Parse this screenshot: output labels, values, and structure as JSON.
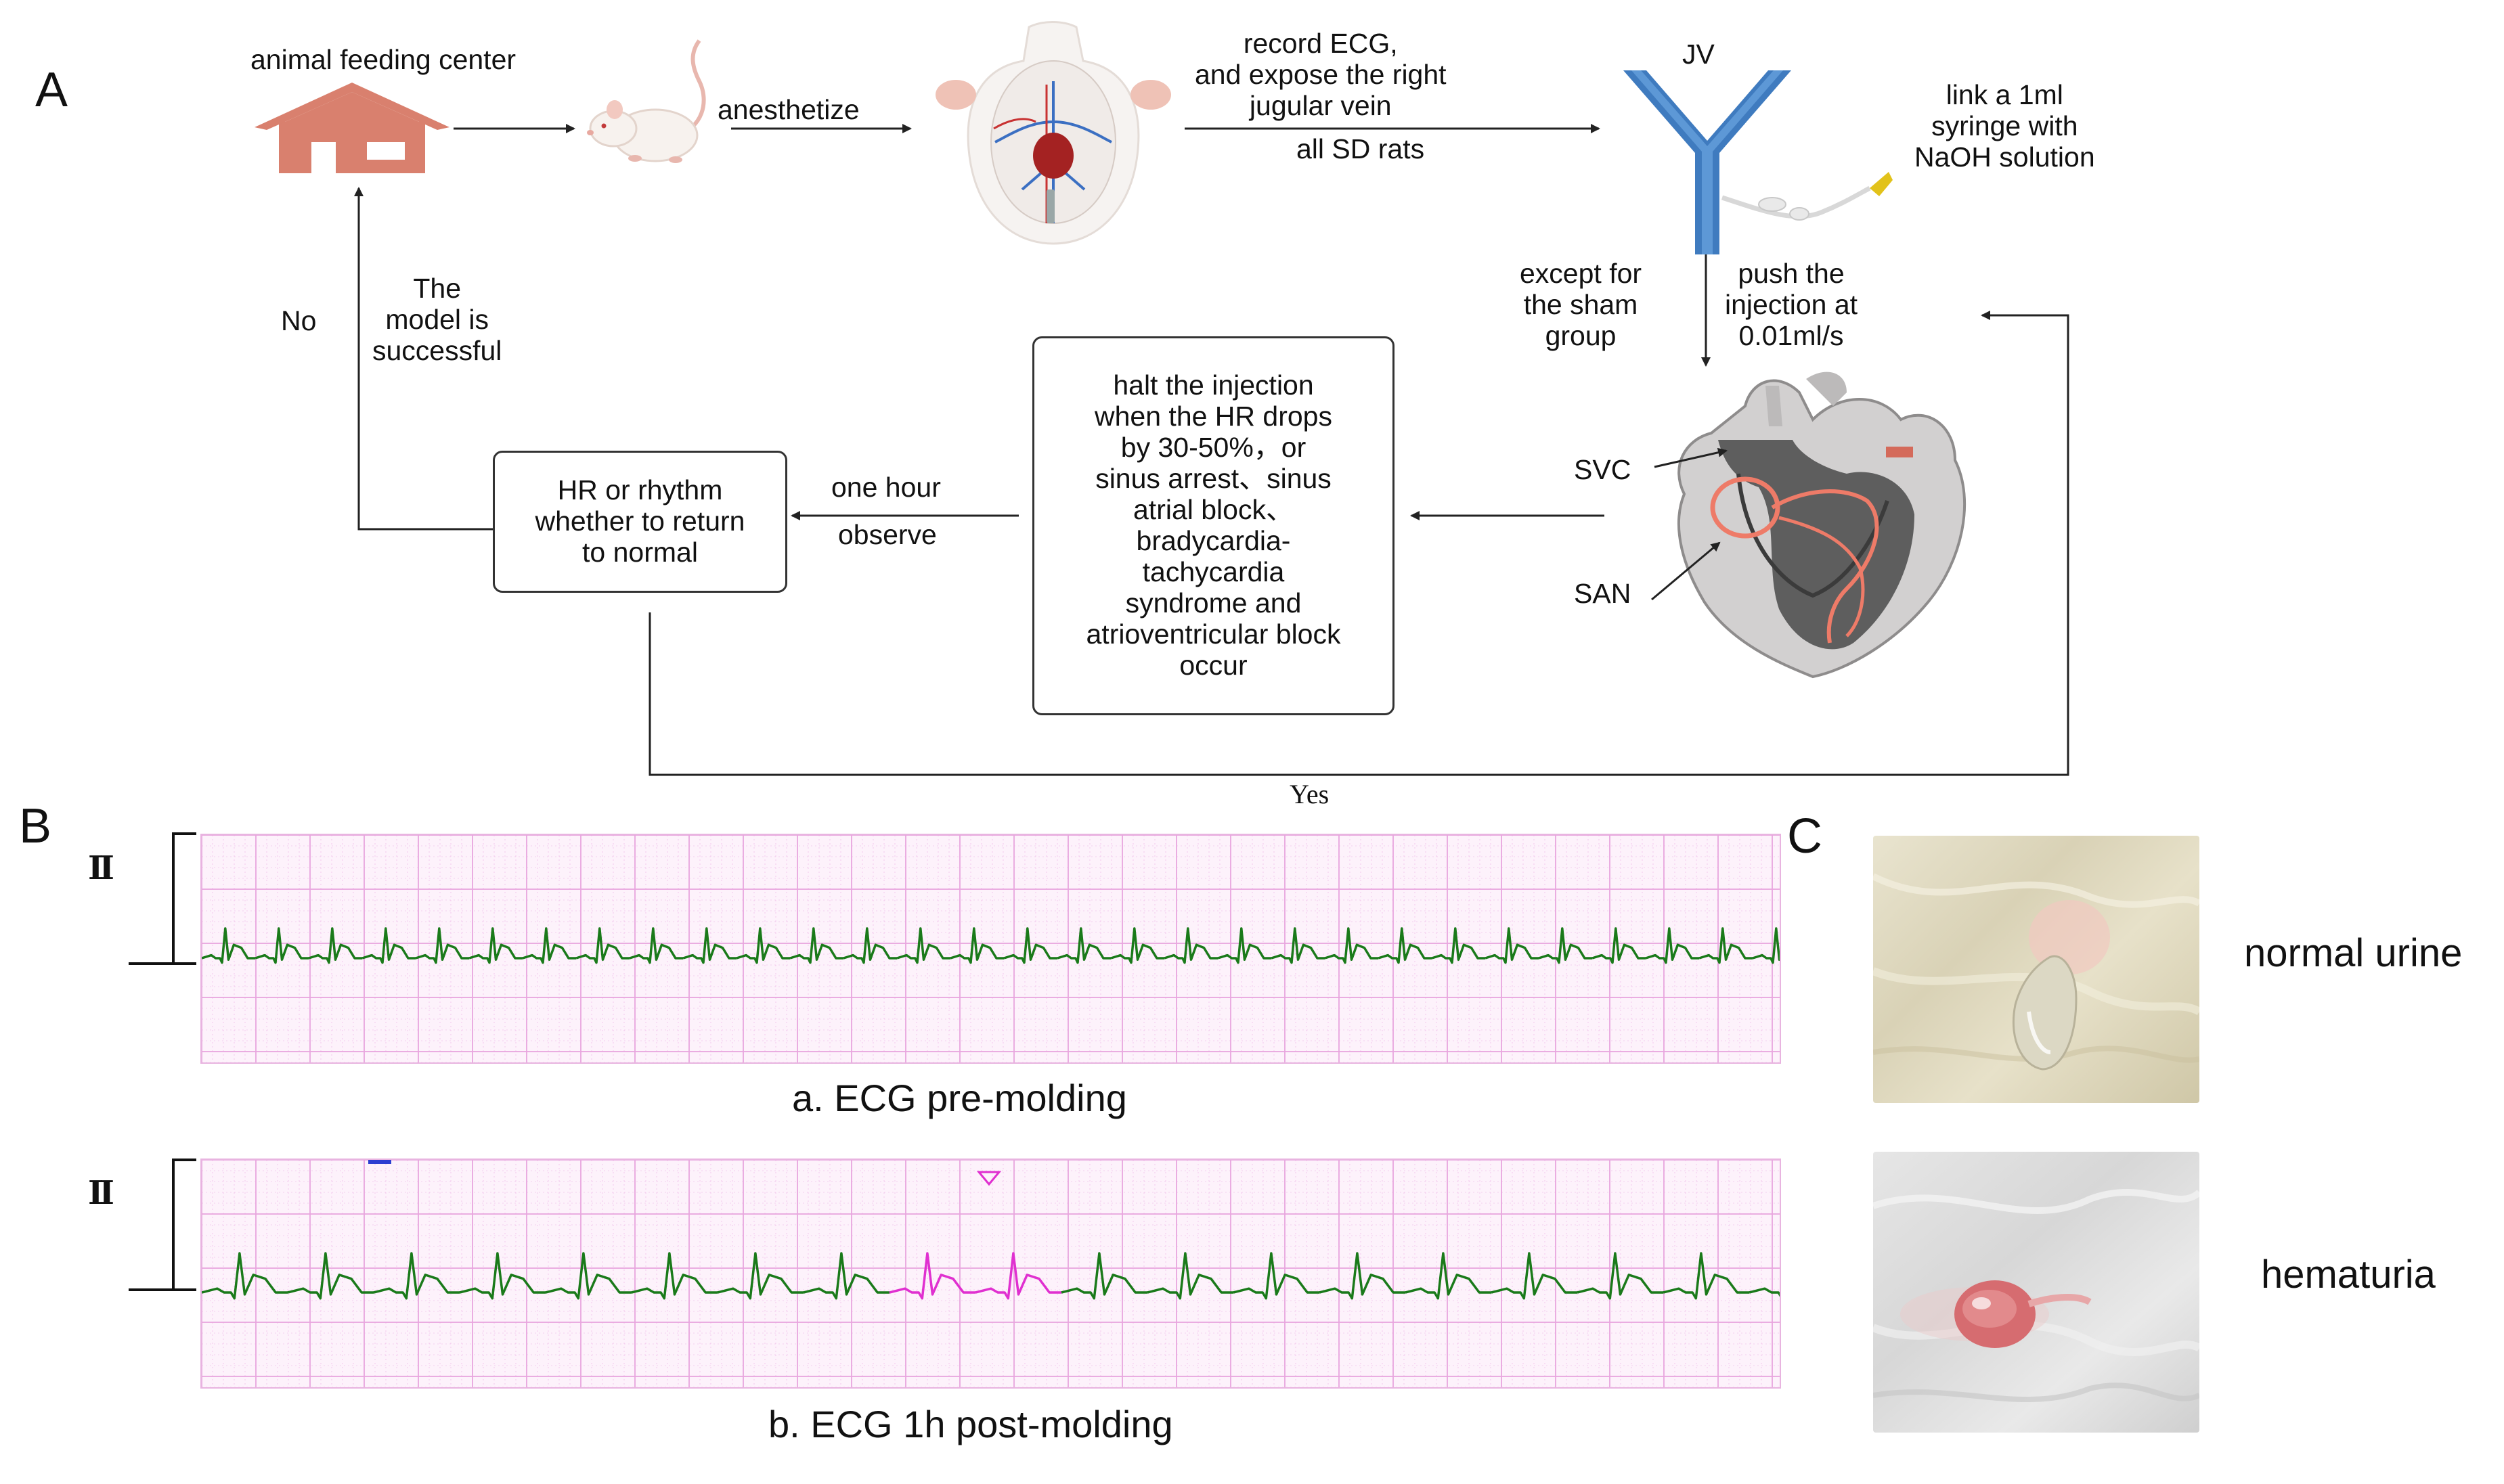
{
  "panels": {
    "a": "A",
    "b": "B",
    "c": "C"
  },
  "flow": {
    "feeding_center": "animal feeding center",
    "anesthetize": "anesthetize",
    "record_lines": [
      "record ECG,",
      "and expose the right",
      "jugular vein"
    ],
    "all_sd_rats": "all SD rats",
    "jv": "JV",
    "syringe_lines": [
      "link a 1ml",
      "syringe with",
      "NaOH solution"
    ],
    "except_lines": [
      "except for",
      "the sham",
      "group"
    ],
    "push_lines": [
      "push the",
      "injection at",
      "0.01ml/s"
    ],
    "svc": "SVC",
    "san": "SAN",
    "halt_lines": [
      "halt the injection",
      "when the  HR drops",
      "by 30-50%，or",
      "sinus arrest、sinus",
      "atrial block、",
      "bradycardia-",
      "tachycardia",
      "syndrome and",
      "atrioventricular block",
      "occur"
    ],
    "one_hour": "one hour",
    "observe": "observe",
    "hr_lines": [
      "HR or rhythm",
      "whether to return",
      "to normal"
    ],
    "no": "No",
    "model_lines": [
      "The",
      "model is",
      "successful"
    ],
    "yes": "Yes"
  },
  "ecg": {
    "lead": "II",
    "pre_caption": "a. ECG pre-molding",
    "post_caption": "b. ECG 1h post-molding",
    "trace_color": "#1a7a1a",
    "arrhythmia_color": "#e030d0",
    "grid_color": "#e9a6df"
  },
  "urine": {
    "normal": "normal urine",
    "hematuria": "hematuria"
  }
}
